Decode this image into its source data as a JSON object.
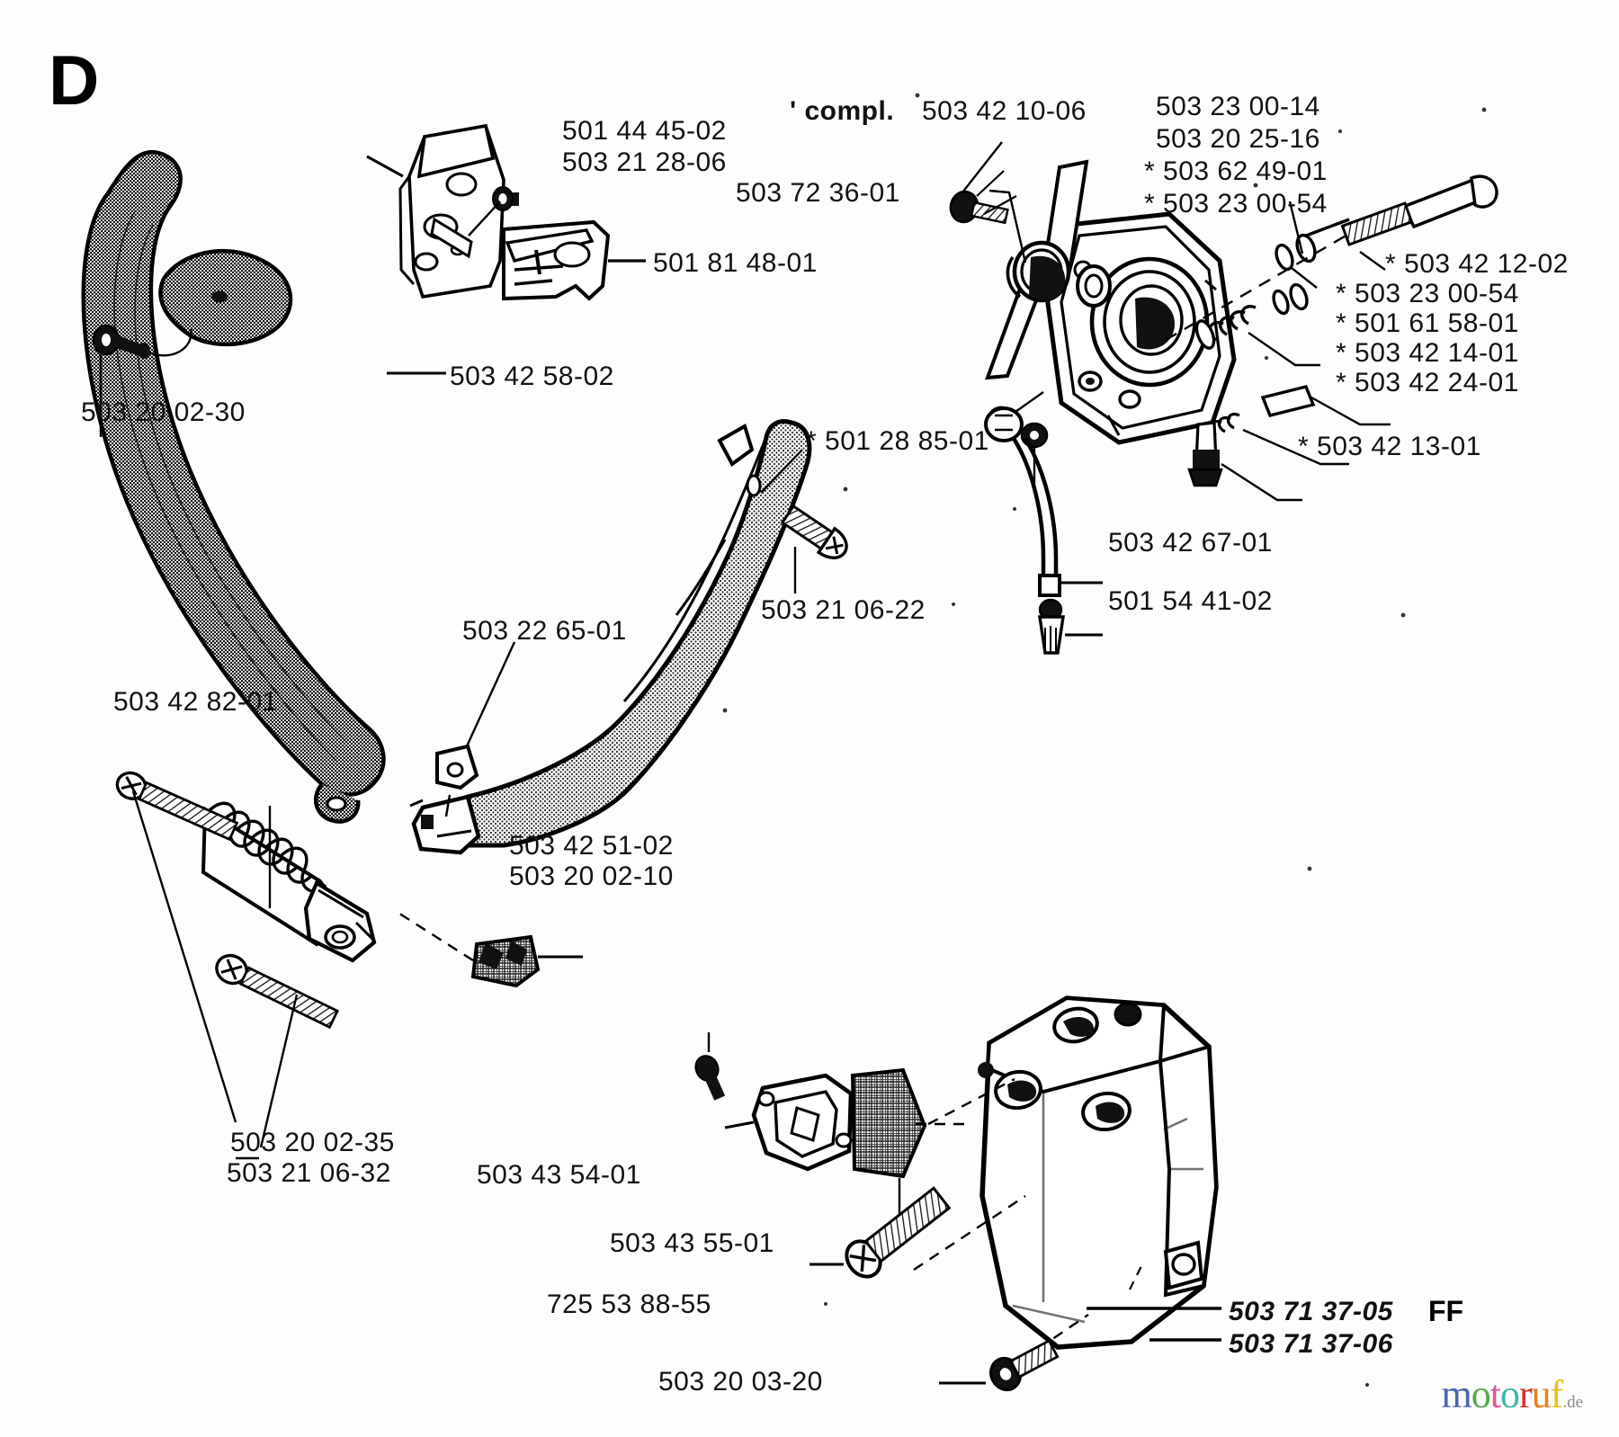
{
  "page": {
    "section_letter": "D",
    "ff_marker": "FF",
    "watermark": {
      "text_parts": [
        {
          "ch": "m",
          "color": "#4a63b5"
        },
        {
          "ch": "o",
          "color": "#5aa84a"
        },
        {
          "ch": "t",
          "color": "#e0579b"
        },
        {
          "ch": "o",
          "color": "#3fb5b0"
        },
        {
          "ch": "r",
          "color": "#d8322b"
        },
        {
          "ch": "u",
          "color": "#e8801a"
        },
        {
          "ch": "f",
          "color": "#e8c21a"
        }
      ],
      "suffix": ".de"
    }
  },
  "labels": {
    "compl_prefix": "' compl.",
    "compl_number": "503 42 10-06",
    "front_handle_guard_a": "501 44 45-02",
    "front_handle_guard_b": "503 21 28-06",
    "chain_catcher_plate": "501 81 48-01",
    "screw_upper_left": "503 20 02-30",
    "handle_bar_tube": "503 42 58-02",
    "oil_pump_rod": "503 72 36-01",
    "clutch_cover_a": "503 23 00-14",
    "clutch_cover_b": "503 20 25-16",
    "clutch_cover_c": "* 503 62 49-01",
    "clutch_cover_d": "* 503 23 00-54",
    "oil_pump_shaft": "* 503 42 12-02",
    "washer_set": "* 503 23 00-54",
    "spring_pin": "* 501 61 58-01",
    "plunger": "* 503 42 14-01",
    "worm_gear": "* 503 42 24-01",
    "oil_nipple": "* 503 42 13-01",
    "oil_hose": "503 42 67-01",
    "oil_filter": "501 54 41-02",
    "rear_handle_grip": "* 501 28 85-01",
    "screw_handle": "503 21 06-22",
    "vibration_mount": "503 22 65-01",
    "spring_assembly": "503 42 82-01",
    "rubber_bumper_a": "503 42 51-02",
    "rubber_bumper_b": "503 20 02-10",
    "bolt_long": "503 20 02-35",
    "washer_long": "503 21 06-32",
    "muffler_gasket": "503 43 54-01",
    "muffler_screen": "503 43 55-01",
    "muffler_screw_long": "725 53 88-55",
    "muffler_screw_short": "503 20 03-20",
    "muffler_a": "503 71 37-05",
    "muffler_b": "503 71 37-06"
  }
}
